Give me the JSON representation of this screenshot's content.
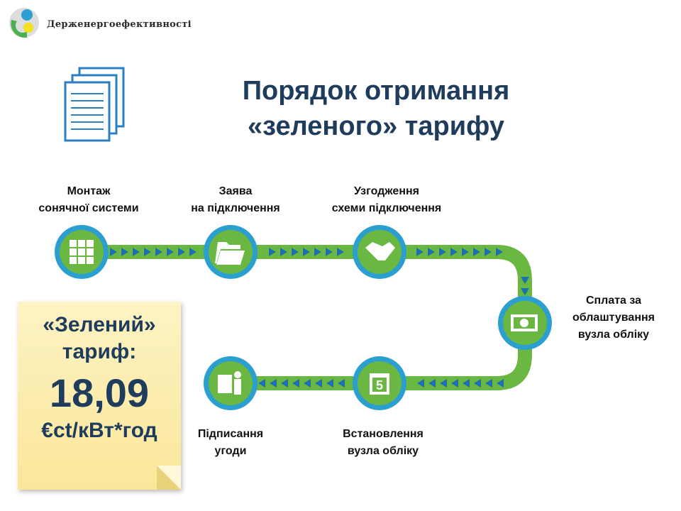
{
  "header": {
    "org_name": "Держенергоефективності"
  },
  "title": {
    "line1": "Порядок отримання",
    "line2": "«зеленого» тарифу"
  },
  "steps": [
    {
      "label1": "Монтаж",
      "label2": "сонячної системи",
      "icon": "grid-panel-icon"
    },
    {
      "label1": "Заява",
      "label2": "на підключення",
      "icon": "folder-icon"
    },
    {
      "label1": "Узгодження",
      "label2": "схеми підключення",
      "icon": "handshake-icon"
    },
    {
      "label1": "Сплата за",
      "label2": "облаштування",
      "label3": "вузла обліку",
      "icon": "money-icon"
    },
    {
      "label1": "Встановлення",
      "label2": "вузла обліку",
      "icon": "calendar-icon",
      "calendar_day": "5"
    },
    {
      "label1": "Підписання",
      "label2": "угоди",
      "icon": "document-person-icon"
    }
  ],
  "tariff": {
    "line1": "«Зелений»",
    "line2": "тариф:",
    "value": "18,09",
    "unit": "€ct/кВт*год"
  },
  "colors": {
    "green": "#6ab742",
    "blue": "#2a9fd0",
    "arrow": "#1b6fb3",
    "title": "#1f3c5c"
  }
}
